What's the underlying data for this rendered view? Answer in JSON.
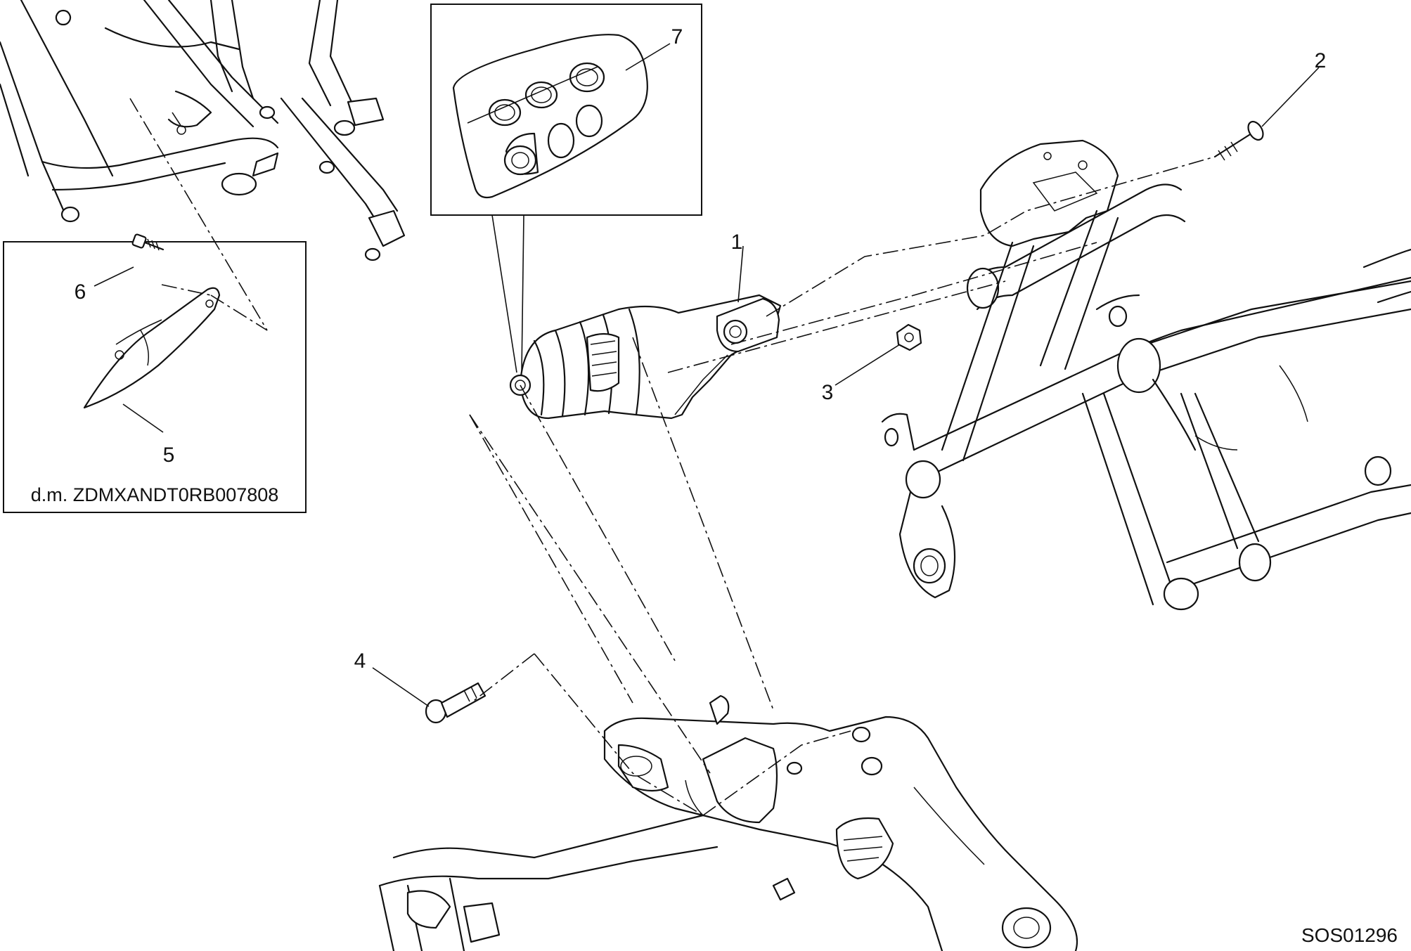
{
  "diagram": {
    "callouts": [
      "1",
      "2",
      "3",
      "4",
      "5",
      "6",
      "7"
    ],
    "detail_note": "d.m. ZDMXANDT0RB007808",
    "drawing_code": "SOS01296"
  }
}
